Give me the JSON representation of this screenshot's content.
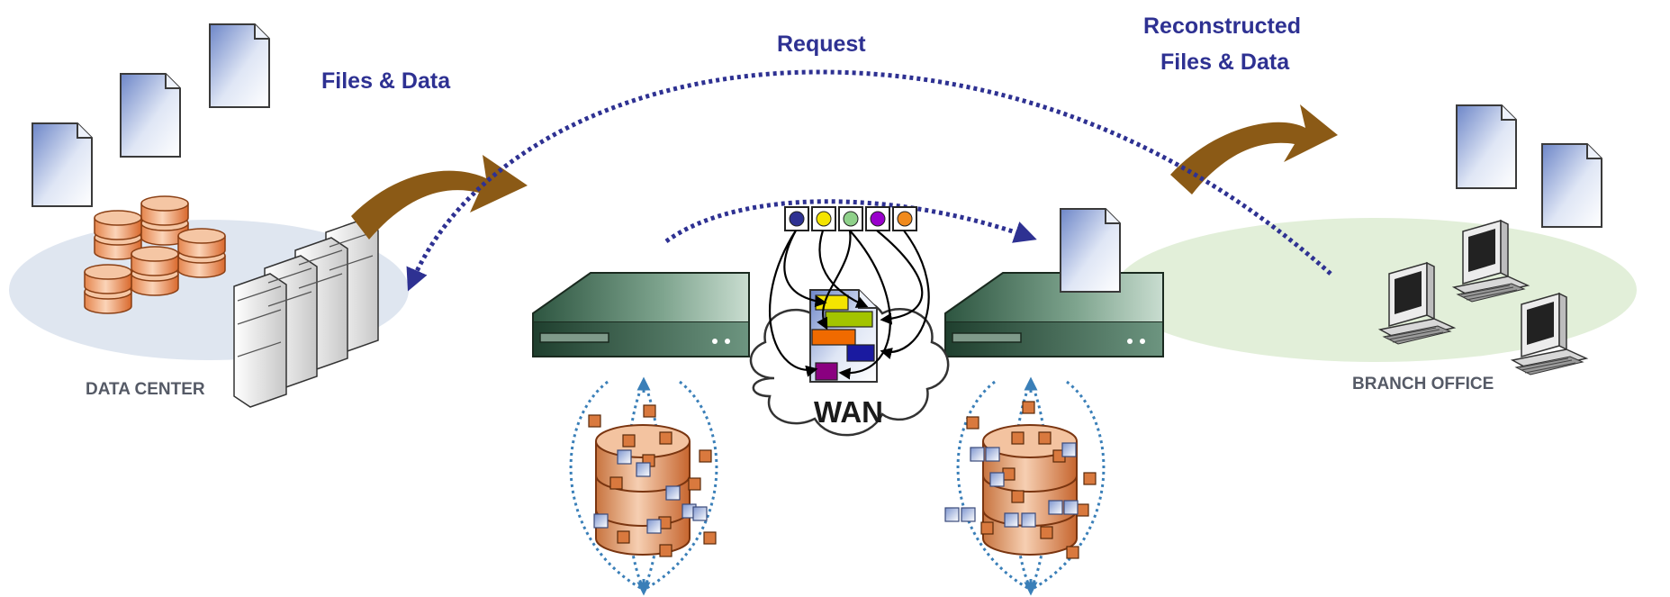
{
  "labels": {
    "files_data": "Files & Data",
    "request": "Request",
    "reconstructed_line1": "Reconstructed",
    "reconstructed_line2": "Files & Data",
    "data_center": "DATA CENTER",
    "branch_office": "BRANCH OFFICE",
    "wan": "WAN"
  },
  "colors": {
    "arrow_brown": "#8b5a16",
    "dotted_arrow": "#2e3192",
    "label_blue": "#2e3192",
    "data_center_ellipse": "#dfe6f0",
    "branch_office_ellipse": "#e2efd9",
    "appliance_green": "#3e6b55",
    "db_orange": "#e07a3e",
    "chunk_colors": [
      "#2e3192",
      "#f4e400",
      "#8fd18a",
      "#9900cc",
      "#f08a1c"
    ],
    "segment_colors": [
      "#f4e400",
      "#a3c400",
      "#f06a00",
      "#1a1aa0",
      "#8a0080"
    ]
  },
  "icons": [
    "document-icon",
    "database-icon",
    "server-rack-icon",
    "wan-appliance-icon",
    "cloud-icon",
    "workstation-icon",
    "curved-arrow-icon"
  ]
}
